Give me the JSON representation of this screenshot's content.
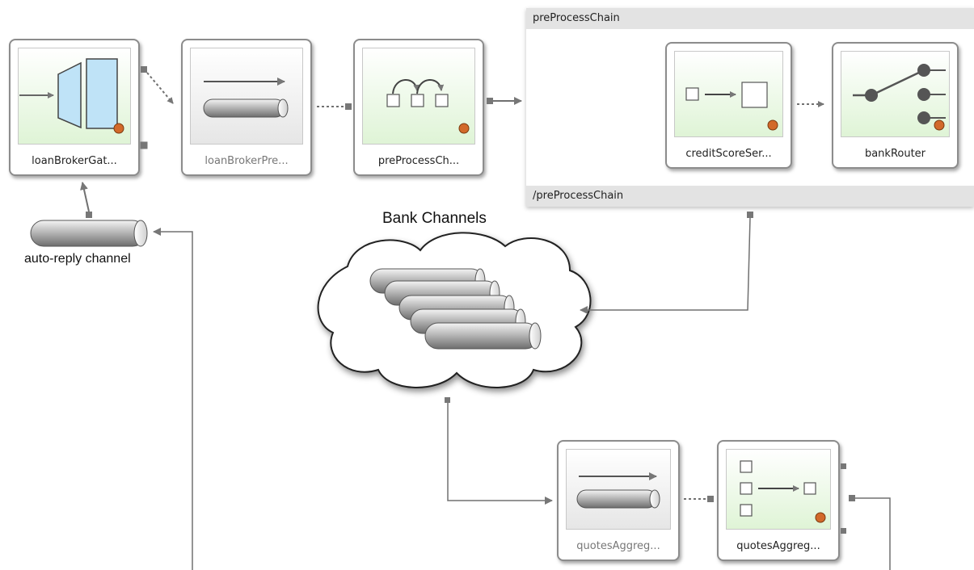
{
  "nodes": {
    "gateway": "loanBrokerGat...",
    "pre_channel": "loanBrokerPre...",
    "pre_chain": "preProcessCh...",
    "credit_score": "creditScoreSer...",
    "bank_router": "bankRouter",
    "quotes_channel": "quotesAggreg...",
    "quotes_aggregator": "quotesAggreg..."
  },
  "chain": {
    "header": "preProcessChain",
    "footer": "/preProcessChain"
  },
  "auto_reply_label": "auto-reply channel",
  "bank_channels_label": "Bank Channels",
  "colors": {
    "icon_green": "#dff4d6",
    "channel_blue": "#bfe3f7",
    "border": "#8c8c8c",
    "connector": "#707070"
  }
}
